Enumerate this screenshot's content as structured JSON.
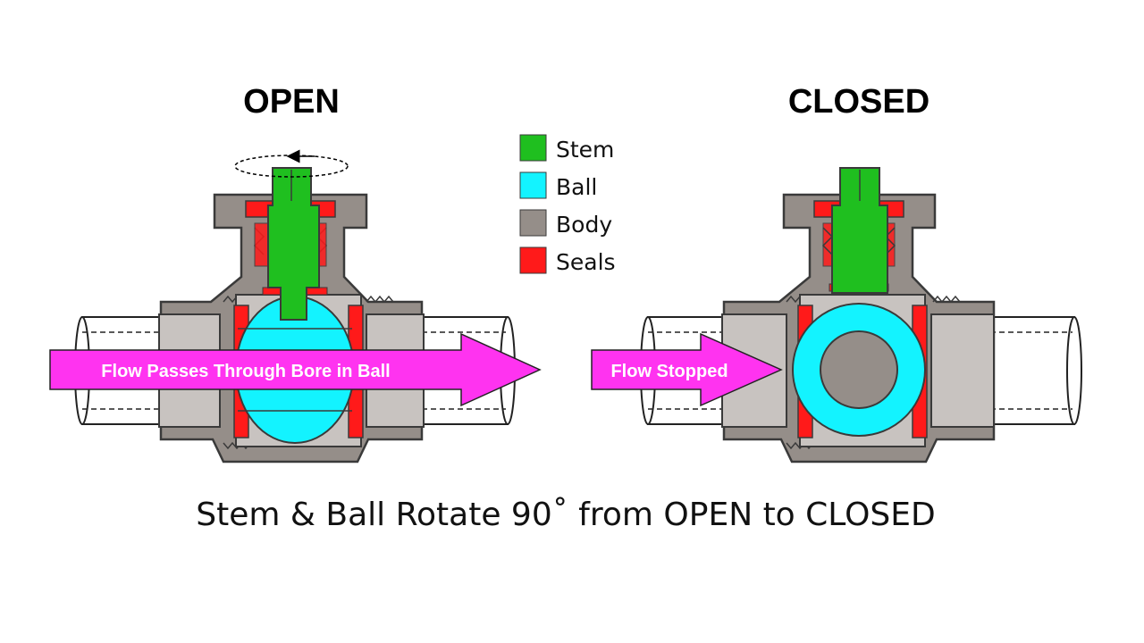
{
  "titles": {
    "open": "OPEN",
    "closed": "CLOSED"
  },
  "legend": [
    {
      "label": "Stem",
      "color": "#1fbf1f"
    },
    {
      "label": "Ball",
      "color": "#13f3ff"
    },
    {
      "label": "Body",
      "color": "#958e89"
    },
    {
      "label": "Seals",
      "color": "#ff1a1a"
    }
  ],
  "flow": {
    "open": "Flow  Passes Through Bore in Ball",
    "closed": "Flow  Stopped"
  },
  "caption": "Stem & Ball Rotate 90˚ from OPEN to CLOSED",
  "colors": {
    "stem": "#1fbf1f",
    "ball": "#13f3ff",
    "body": "#958e89",
    "body_dark": "#6f6965",
    "body_light": "#c8c3c0",
    "seals": "#ff1a1a",
    "pipe": "#ffffff",
    "arrow": "#ff33f0"
  }
}
